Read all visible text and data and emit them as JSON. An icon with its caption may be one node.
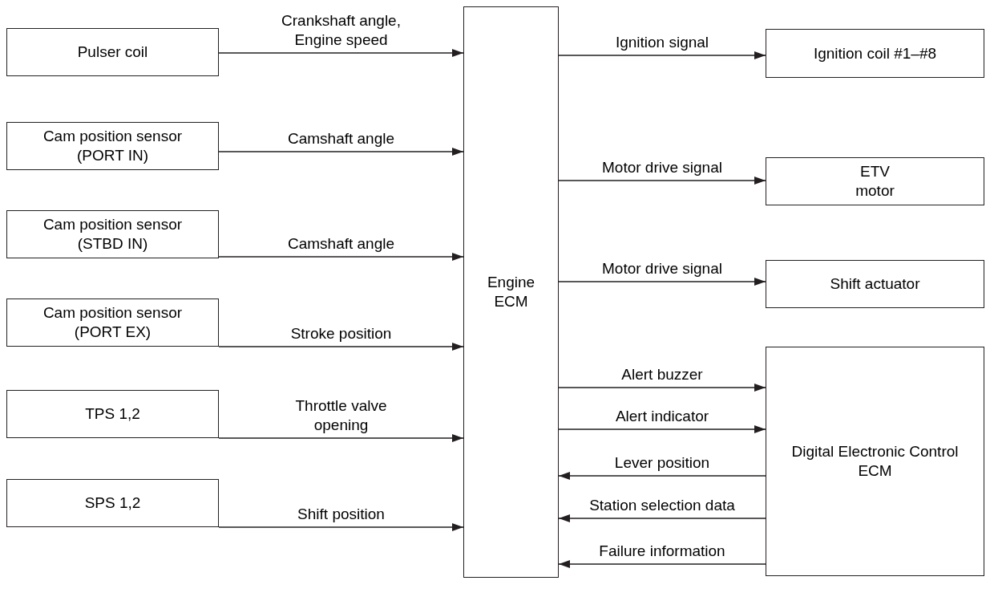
{
  "diagram": {
    "nodes": [
      {
        "text": [
          "Pulser coil"
        ]
      },
      {
        "text": [
          "Cam position sensor (PORT IN)"
        ]
      },
      {
        "text": [
          "Cam position sensor (STBD IN)"
        ]
      },
      {
        "text": [
          "Cam position sensor (PORT EX)"
        ]
      },
      {
        "text": [
          "TPS 1,2"
        ]
      },
      {
        "text": [
          "SPS 1,2"
        ]
      },
      {
        "text": [
          "Engine ECM"
        ]
      },
      {
        "text": [
          "Ignition coil #1–#8"
        ]
      },
      {
        "text": [
          "ETV motor"
        ]
      },
      {
        "text": [
          "Shift actuator"
        ]
      },
      {
        "text": [
          "Digital Electronic Control ECM"
        ]
      }
    ],
    "edges": [
      {
        "from": 0,
        "to": 6,
        "arrow": "to",
        "label": "Crankshaft angle, Engine speed"
      },
      {
        "from": 1,
        "to": 6,
        "arrow": "to",
        "label": "Camshaft angle"
      },
      {
        "from": 2,
        "to": 6,
        "arrow": "to",
        "label": "Camshaft angle"
      },
      {
        "from": 3,
        "to": 6,
        "arrow": "to",
        "label": "Stroke position"
      },
      {
        "from": 4,
        "to": 6,
        "arrow": "to",
        "label": "Throttle valve opening"
      },
      {
        "from": 5,
        "to": 6,
        "arrow": "to",
        "label": "Shift position"
      },
      {
        "from": 6,
        "to": 7,
        "arrow": "to",
        "label": "Ignition signal"
      },
      {
        "from": 6,
        "to": 8,
        "arrow": "to",
        "label": "Motor drive signal"
      },
      {
        "from": 6,
        "to": 9,
        "arrow": "to",
        "label": "Motor drive signal"
      },
      {
        "from": 6,
        "to": 10,
        "arrow": "to",
        "label": "Alert buzzer"
      },
      {
        "from": 6,
        "to": 10,
        "arrow": "to",
        "label": "Alert indicator"
      },
      {
        "from": 10,
        "to": 6,
        "arrow": "to",
        "label": "Lever position"
      },
      {
        "from": 10,
        "to": 6,
        "arrow": "to",
        "label": "Station selection data"
      },
      {
        "from": 10,
        "to": 6,
        "arrow": "to",
        "label": "Failure information"
      }
    ]
  }
}
